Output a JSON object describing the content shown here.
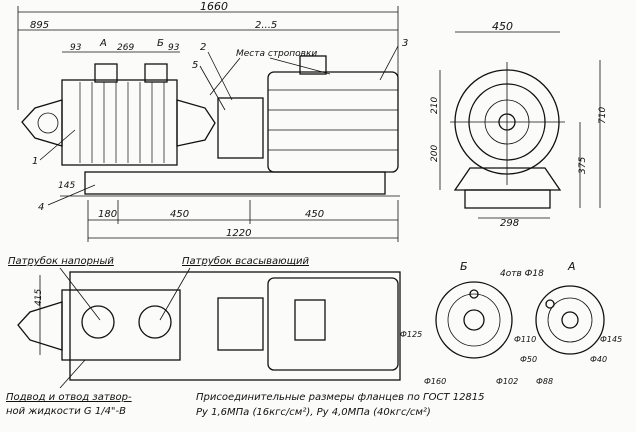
{
  "side_view": {
    "dims": {
      "overall": "1660",
      "pump_len": "895",
      "range": "2...5",
      "a1": "93",
      "a2": "269",
      "b1": "93",
      "width": "450",
      "h1": "210",
      "h2": "200",
      "h3": "375",
      "h4": "710",
      "base": "298",
      "left": "180",
      "mid1": "450",
      "mid2": "450",
      "total_base": "1220",
      "small": "145"
    },
    "section_a": "А",
    "section_b": "Б",
    "callouts": [
      "1",
      "2",
      "3",
      "4",
      "5"
    ],
    "note_sling": "Места строповки"
  },
  "plan_view": {
    "dim_415": "415",
    "label_discharge": "Патрубок напорный",
    "label_suction": "Патрубок всасывающий",
    "label_seal_line1": "Подвод и отвод затвор-",
    "label_seal_line2": "ной жидкости G 1/4\"-В"
  },
  "flanges": {
    "b_title": "Б",
    "a_title": "А",
    "holes": "4отв Ф18",
    "b_dims": [
      "Ф125",
      "Ф50",
      "Ф102",
      "Ф160"
    ],
    "a_dims": [
      "Ф110",
      "Ф88",
      "Ф145",
      "Ф40"
    ],
    "caption_line1": "Присоединительные размеры фланцев по ГОСТ 12815",
    "caption_line2": "Ру 1,6МПа (16кгс/см²), Ру 4,0МПа (40кгс/см²)"
  }
}
